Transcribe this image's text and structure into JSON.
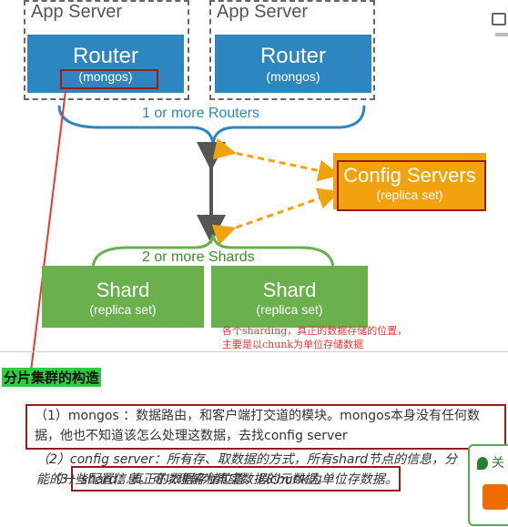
{
  "app_server_left": {
    "label": "App Server"
  },
  "app_server_right": {
    "label": "App Server"
  },
  "router_left": {
    "title": "Router",
    "subtitle": "(mongos)"
  },
  "router_right": {
    "title": "Router",
    "subtitle": "(mongos)"
  },
  "routers_label": "1 or more Routers",
  "config": {
    "title": "Config Servers",
    "subtitle": "(replica set)"
  },
  "shards_label": "2 or more Shards",
  "shard_left": {
    "title": "Shard",
    "subtitle": "(replica set)"
  },
  "shard_right": {
    "title": "Shard",
    "subtitle": "(replica set)"
  },
  "note_lines": [
    "各个sharding，真正的数据存储的位置，",
    "主要是以chunk为单位存储数据"
  ],
  "section_heading": "分片集群的构造",
  "para1_line1": "（1）mongos ：数据路由，和客户端打交道的模块。mongos本身没有任何数",
  "para1_line2": "据，他也不知道该怎么处理这数据，去找config server",
  "para2_line1": "（2）config server：所有存、取数据的方式，所有shard节点的信息，分",
  "para2_line2": "能的一些配置信息。可以理解为真实数据的元数据。",
  "para3": "（3）shard：真正的数据存储位置，以chunk为单位存数据。",
  "side_widget": {
    "text": "关"
  },
  "colors": {
    "router": "#2e86c1",
    "config": "#f2a20d",
    "shard": "#6ab04c",
    "annotation_red": "#e53935",
    "box_red": "#9b1b1b"
  }
}
